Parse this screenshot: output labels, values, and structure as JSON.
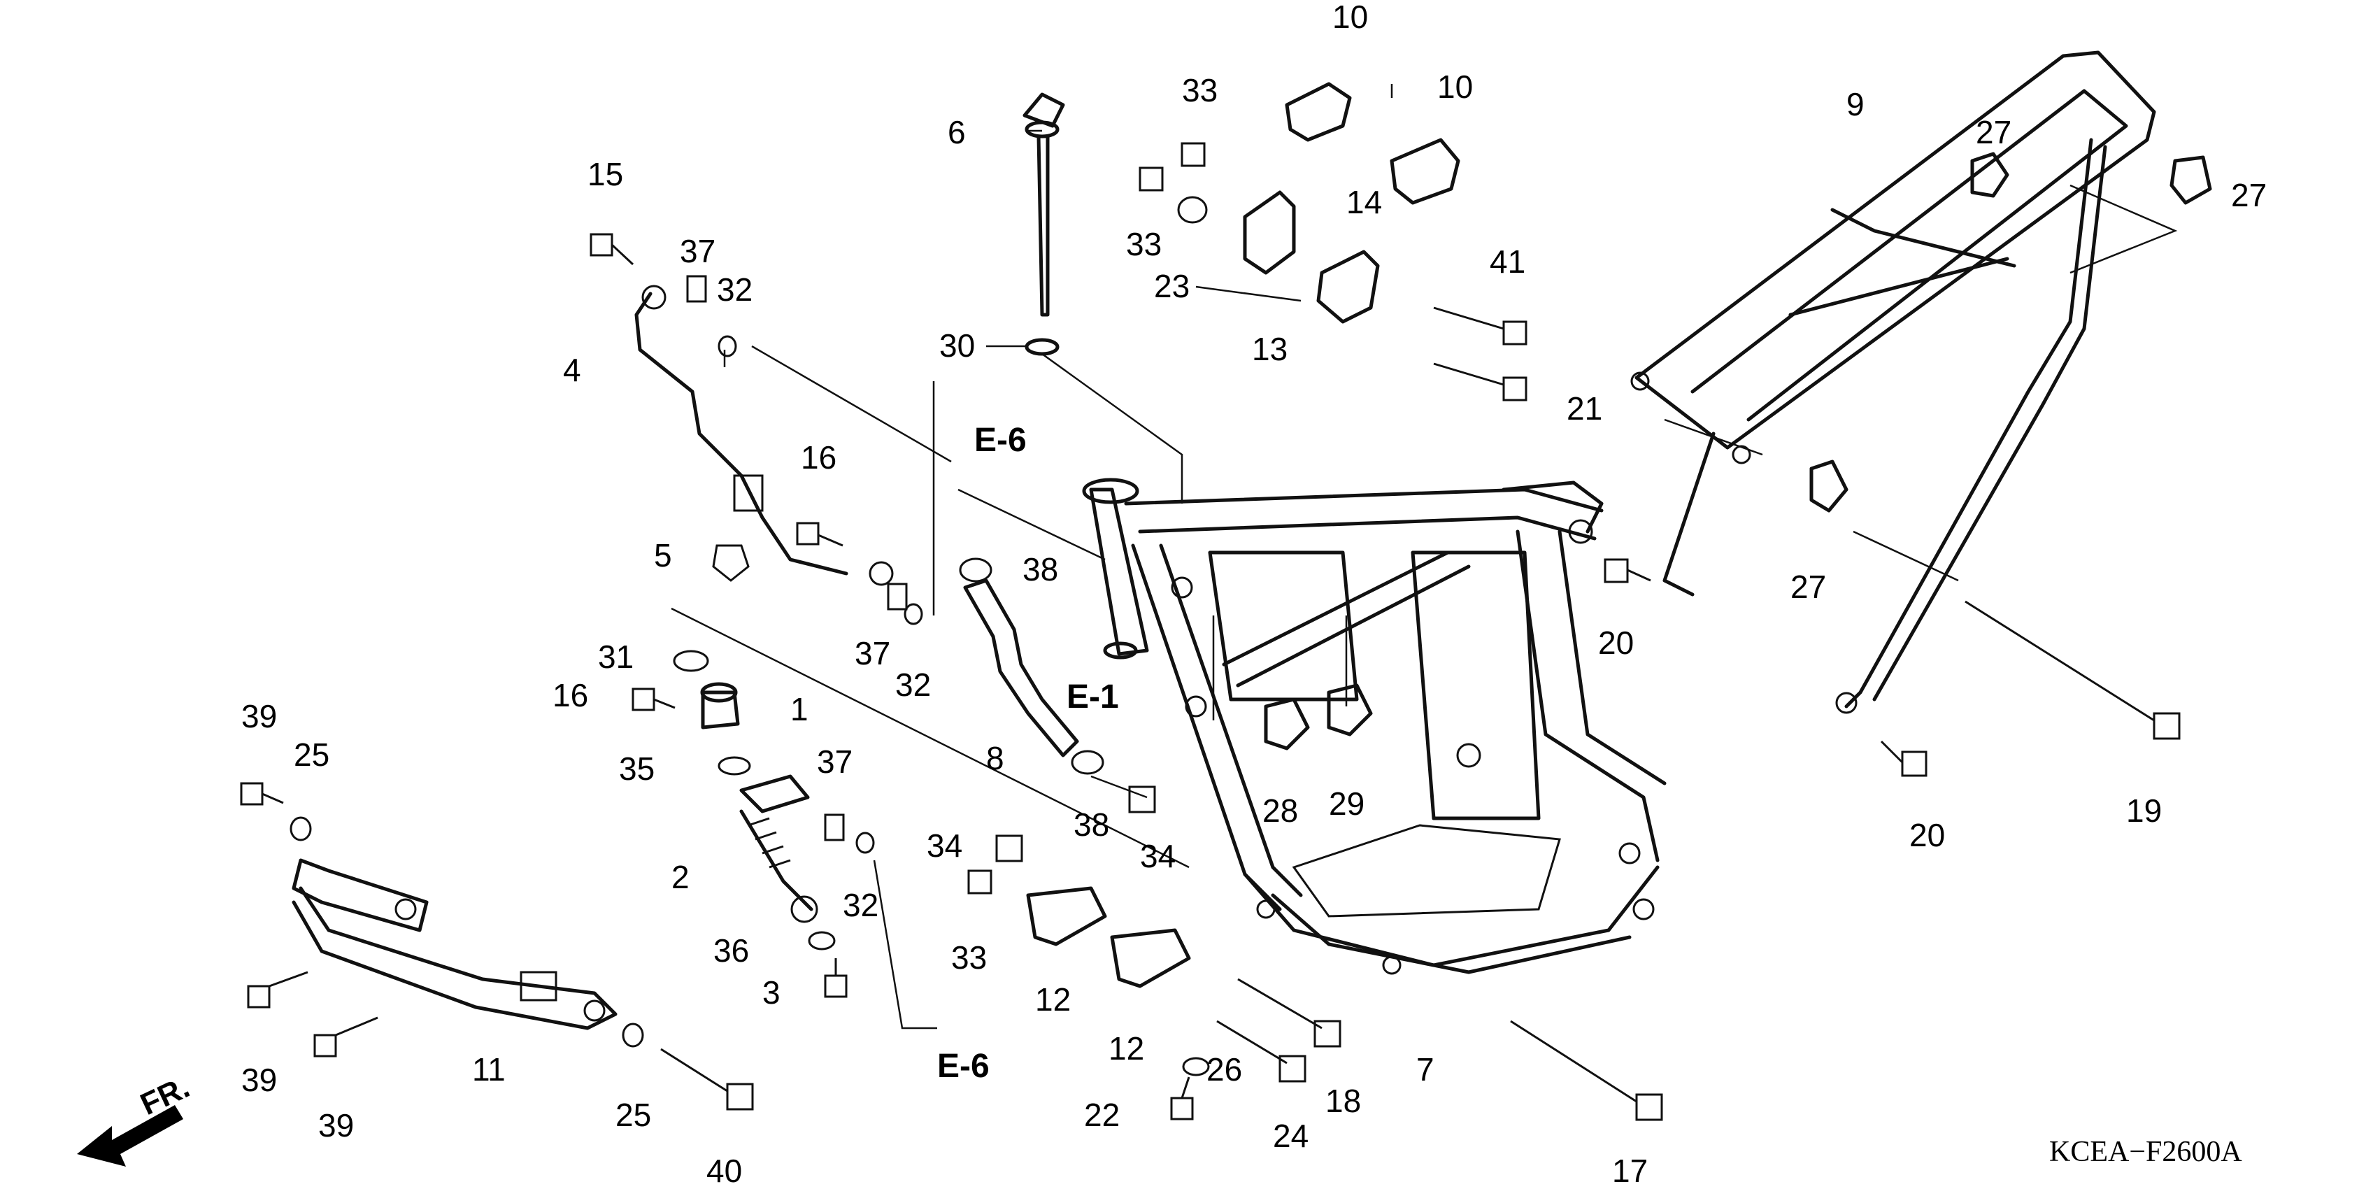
{
  "callouts": [
    {
      "id": "c1",
      "label": "1"
    },
    {
      "id": "c2",
      "label": "2"
    },
    {
      "id": "c3",
      "label": "3"
    },
    {
      "id": "c4",
      "label": "4"
    },
    {
      "id": "c5",
      "label": "5"
    },
    {
      "id": "c6",
      "label": "6"
    },
    {
      "id": "c7",
      "label": "7"
    },
    {
      "id": "c8",
      "label": "8"
    },
    {
      "id": "c9",
      "label": "9"
    },
    {
      "id": "c10a",
      "label": "10"
    },
    {
      "id": "c10b",
      "label": "10"
    },
    {
      "id": "c11",
      "label": "11"
    },
    {
      "id": "c12a",
      "label": "12"
    },
    {
      "id": "c12b",
      "label": "12"
    },
    {
      "id": "c13",
      "label": "13"
    },
    {
      "id": "c14",
      "label": "14"
    },
    {
      "id": "c15",
      "label": "15"
    },
    {
      "id": "c16a",
      "label": "16"
    },
    {
      "id": "c16b",
      "label": "16"
    },
    {
      "id": "c17",
      "label": "17"
    },
    {
      "id": "c18",
      "label": "18"
    },
    {
      "id": "c19",
      "label": "19"
    },
    {
      "id": "c20a",
      "label": "20"
    },
    {
      "id": "c20b",
      "label": "20"
    },
    {
      "id": "c21",
      "label": "21"
    },
    {
      "id": "c22",
      "label": "22"
    },
    {
      "id": "c23",
      "label": "23"
    },
    {
      "id": "c24",
      "label": "24"
    },
    {
      "id": "c25a",
      "label": "25"
    },
    {
      "id": "c25b",
      "label": "25"
    },
    {
      "id": "c26",
      "label": "26"
    },
    {
      "id": "c27a",
      "label": "27"
    },
    {
      "id": "c27b",
      "label": "27"
    },
    {
      "id": "c27c",
      "label": "27"
    },
    {
      "id": "c28",
      "label": "28"
    },
    {
      "id": "c29",
      "label": "29"
    },
    {
      "id": "c30",
      "label": "30"
    },
    {
      "id": "c31",
      "label": "31"
    },
    {
      "id": "c32a",
      "label": "32"
    },
    {
      "id": "c32b",
      "label": "32"
    },
    {
      "id": "c32c",
      "label": "32"
    },
    {
      "id": "c33a",
      "label": "33"
    },
    {
      "id": "c33b",
      "label": "33"
    },
    {
      "id": "c33c",
      "label": "33"
    },
    {
      "id": "c34a",
      "label": "34"
    },
    {
      "id": "c34b",
      "label": "34"
    },
    {
      "id": "c35",
      "label": "35"
    },
    {
      "id": "c36",
      "label": "36"
    },
    {
      "id": "c37a",
      "label": "37"
    },
    {
      "id": "c37b",
      "label": "37"
    },
    {
      "id": "c37c",
      "label": "37"
    },
    {
      "id": "c38a",
      "label": "38"
    },
    {
      "id": "c38b",
      "label": "38"
    },
    {
      "id": "c39a",
      "label": "39"
    },
    {
      "id": "c39b",
      "label": "39"
    },
    {
      "id": "c39c",
      "label": "39"
    },
    {
      "id": "c40",
      "label": "40"
    },
    {
      "id": "c41",
      "label": "41"
    }
  ],
  "references": [
    {
      "id": "r1",
      "label": "E-6"
    },
    {
      "id": "r2",
      "label": "E-1"
    },
    {
      "id": "r3",
      "label": "E-6"
    }
  ],
  "direction_label": "FR.",
  "diagram_code": "KCEA−F2600A"
}
